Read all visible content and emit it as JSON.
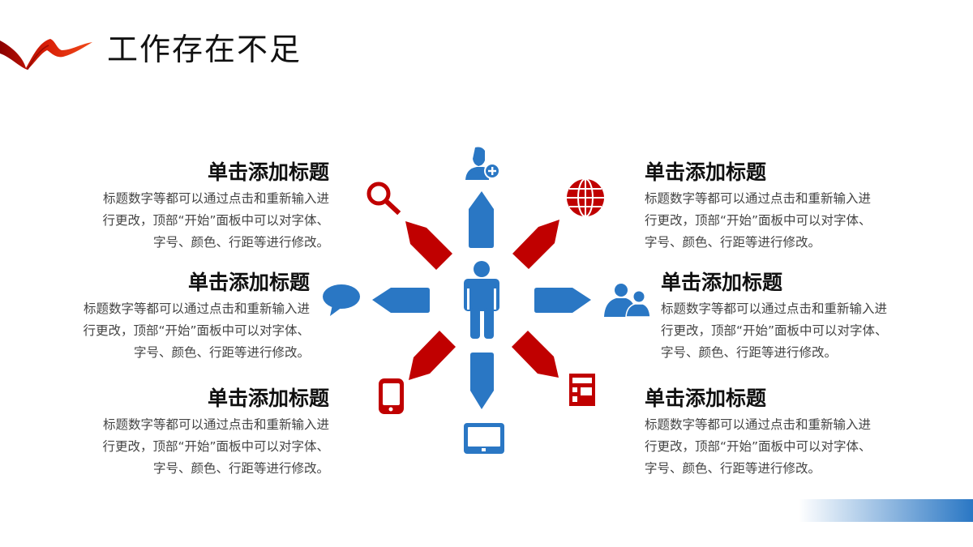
{
  "slide": {
    "title": "工作存在不足",
    "decor": {
      "ribbon_icon": "red-ribbon-icon",
      "bottom_bar": "blue-gradient-bar"
    }
  },
  "colors": {
    "blue": "#2a77c4",
    "red": "#c00000",
    "title": "#111111",
    "body": "#444444"
  },
  "blocks": [
    {
      "position": "top-left",
      "heading": "单击添加标题",
      "lines": [
        "标题数字等都可以通过点击和重新输入进",
        "行更改，顶部“开始”面板中可以对字体、",
        "字号、颜色、行距等进行修改。"
      ]
    },
    {
      "position": "middle-left",
      "heading": "单击添加标题",
      "lines": [
        "标题数字等都可以通过点击和重新输入进",
        "行更改，顶部“开始”面板中可以对字体、",
        "字号、颜色、行距等进行修改。"
      ]
    },
    {
      "position": "bottom-left",
      "heading": "单击添加标题",
      "lines": [
        "标题数字等都可以通过点击和重新输入进",
        "行更改，顶部“开始”面板中可以对字体、",
        "字号、颜色、行距等进行修改。"
      ]
    },
    {
      "position": "top-right",
      "heading": "单击添加标题",
      "lines": [
        "标题数字等都可以通过点击和重新输入进",
        "行更改，顶部“开始”面板中可以对字体、",
        "字号、颜色、行距等进行修改。"
      ]
    },
    {
      "position": "middle-right",
      "heading": "单击添加标题",
      "lines": [
        "标题数字等都可以通过点击和重新输入进",
        "行更改，顶部“开始”面板中可以对字体、",
        "字号、颜色、行距等进行修改。"
      ]
    },
    {
      "position": "bottom-right",
      "heading": "单击添加标题",
      "lines": [
        "标题数字等都可以通过点击和重新输入进",
        "行更改，顶部“开始”面板中可以对字体、",
        "字号、颜色、行距等进行修改。"
      ]
    }
  ],
  "diagram": {
    "center_icon": "person-icon",
    "spokes": [
      {
        "direction": "up",
        "color": "blue",
        "icon": "add-user-icon"
      },
      {
        "direction": "up-right",
        "color": "red",
        "icon": "globe-icon"
      },
      {
        "direction": "right",
        "color": "blue",
        "icon": "users-icon"
      },
      {
        "direction": "down-right",
        "color": "red",
        "icon": "calculator-icon"
      },
      {
        "direction": "down",
        "color": "blue",
        "icon": "tablet-icon"
      },
      {
        "direction": "down-left",
        "color": "red",
        "icon": "mobile-phone-icon"
      },
      {
        "direction": "left",
        "color": "blue",
        "icon": "speech-bubble-icon"
      },
      {
        "direction": "up-left",
        "color": "red",
        "icon": "search-icon"
      }
    ]
  }
}
